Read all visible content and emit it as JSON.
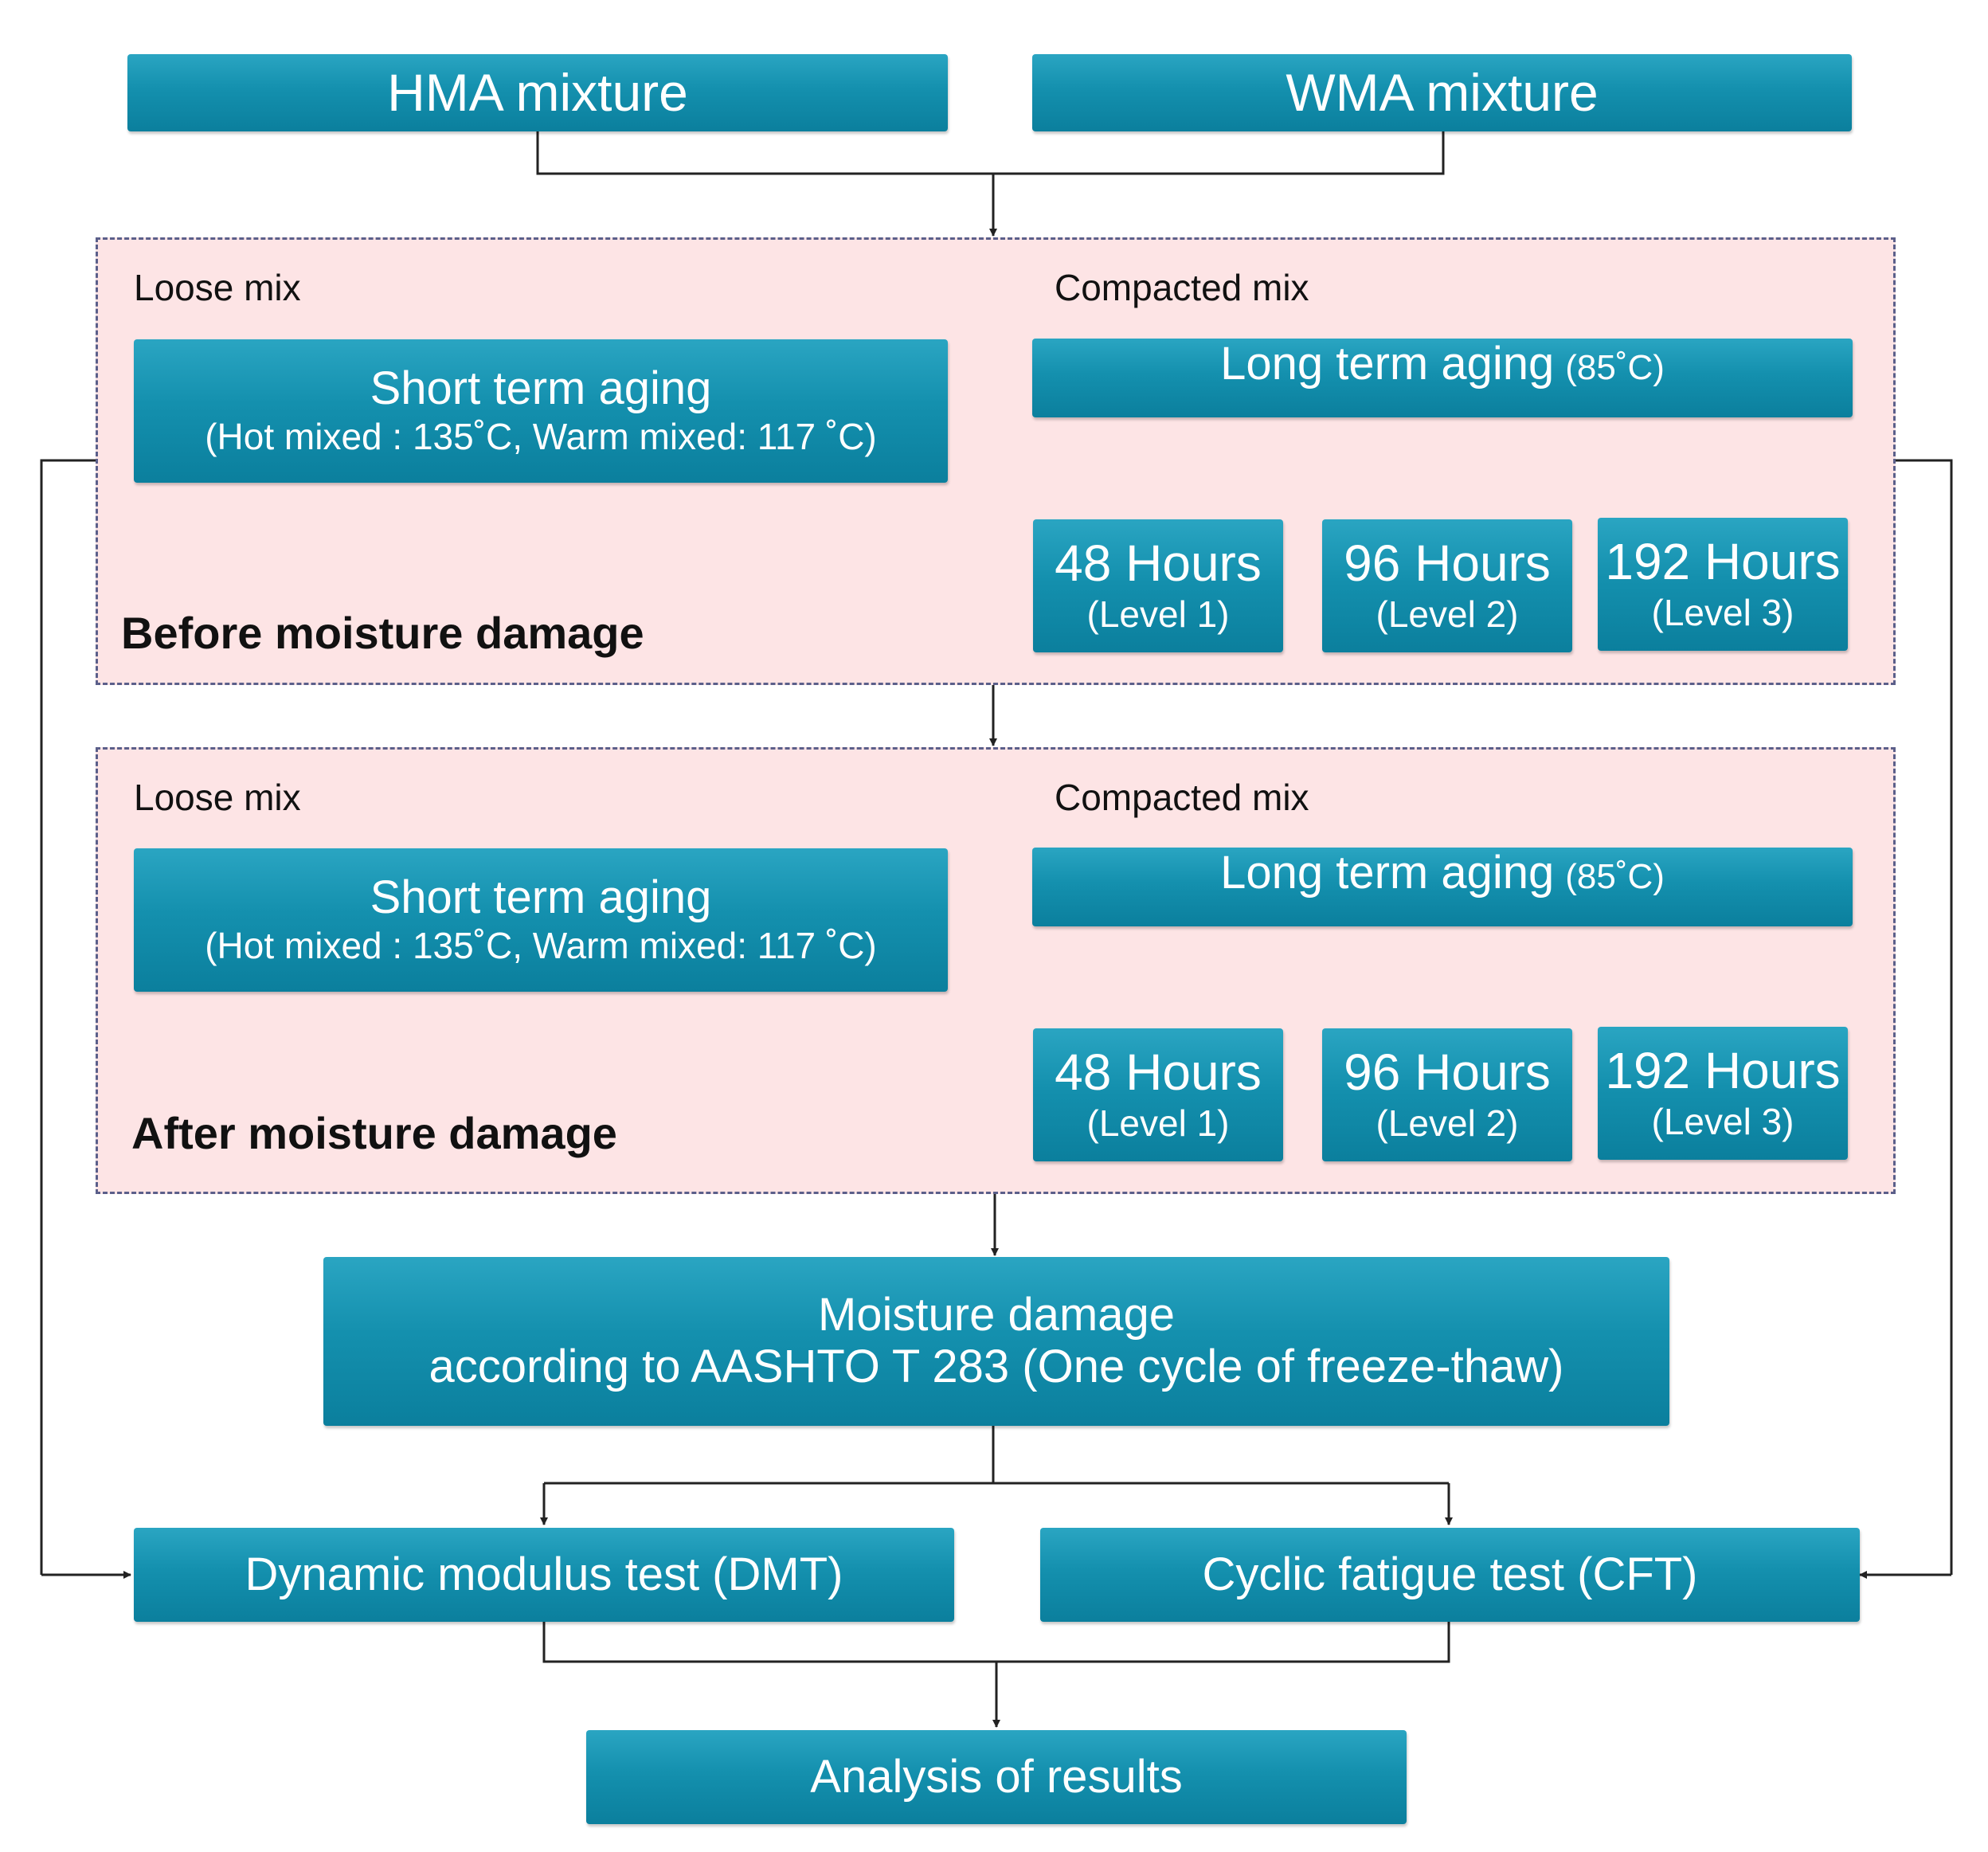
{
  "inputs": {
    "hma": "HMA mixture",
    "wma": "WMA mixture"
  },
  "panels": [
    {
      "loose_label": "Loose mix",
      "compacted_label": "Compacted mix",
      "short_title": "Short term aging",
      "short_detail": "(Hot mixed : 135˚C, Warm mixed: 117 ˚C)",
      "long_title": "Long term aging",
      "long_temp": "(85˚C)",
      "levels": [
        {
          "hours": "48 Hours",
          "level": "(Level 1)"
        },
        {
          "hours": "96 Hours",
          "level": "(Level 2)"
        },
        {
          "hours": "192 Hours",
          "level": "(Level 3)"
        }
      ],
      "heading": "Before moisture damage"
    },
    {
      "loose_label": "Loose mix",
      "compacted_label": "Compacted mix",
      "short_title": "Short term aging",
      "short_detail": "(Hot mixed : 135˚C, Warm mixed: 117 ˚C)",
      "long_title": "Long term aging",
      "long_temp": "(85˚C)",
      "levels": [
        {
          "hours": "48 Hours",
          "level": "(Level 1)"
        },
        {
          "hours": "96 Hours",
          "level": "(Level 2)"
        },
        {
          "hours": "192 Hours",
          "level": "(Level 3)"
        }
      ],
      "heading": "After moisture damage"
    }
  ],
  "moisture": {
    "line1": "Moisture damage",
    "line2": "according to AASHTO T 283 (One cycle of freeze-thaw)"
  },
  "tests": {
    "dmt": "Dynamic modulus test (DMT)",
    "cft": "Cyclic fatigue test (CFT)"
  },
  "result": "Analysis of results",
  "colors": {
    "box_fill": "#1490ae",
    "panel_fill": "#fde4e5",
    "panel_border": "#5b5f8a",
    "line": "#222222"
  }
}
